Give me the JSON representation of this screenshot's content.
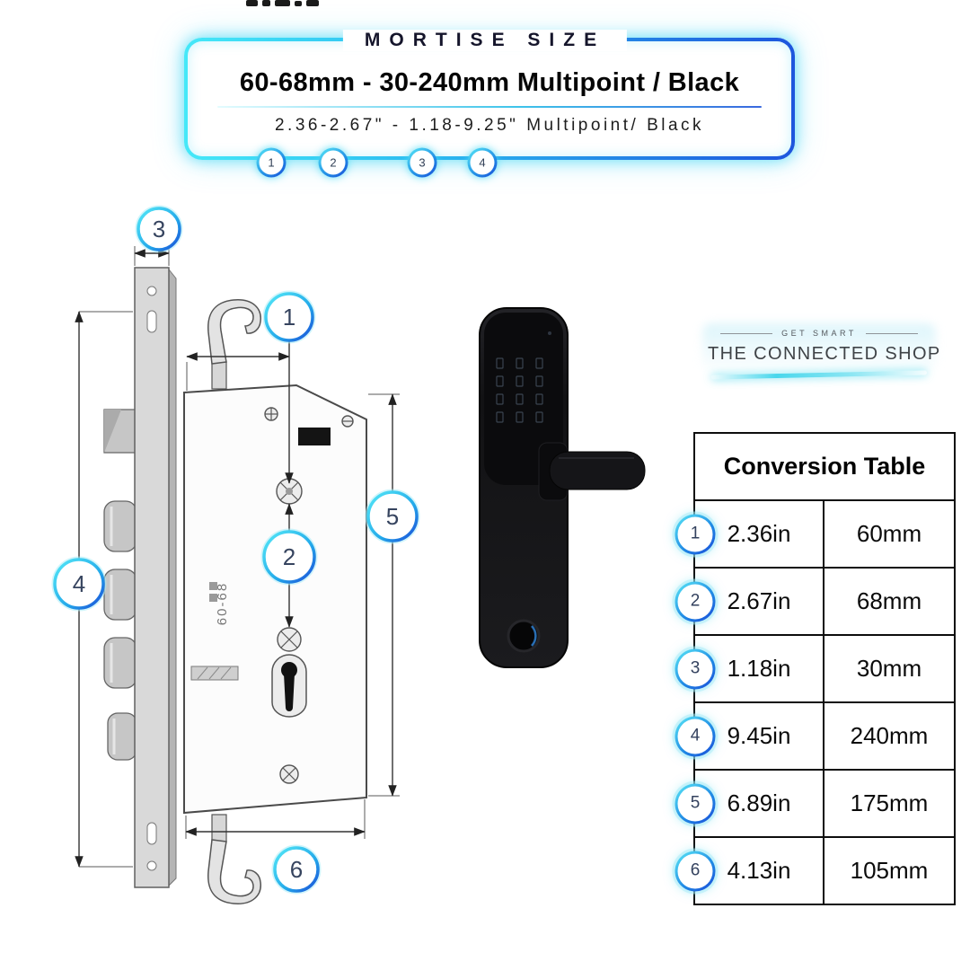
{
  "header": {
    "kicker": "MORTISE SIZE",
    "title": "60-68mm - 30-240mm Multipoint / Black",
    "subtitle": "2.36-2.67\" - 1.18-9.25\" Multipoint/ Black",
    "markers": [
      "1",
      "2",
      "3",
      "4"
    ]
  },
  "diagram": {
    "body_label": "60-68",
    "callouts": [
      "1",
      "2",
      "3",
      "4",
      "5",
      "6"
    ]
  },
  "brand": {
    "tagline": "GET SMART",
    "name": "THE CONNECTED SHOP"
  },
  "conversion_table": {
    "title": "Conversion Table",
    "rows": [
      {
        "num": "1",
        "inches": "2.36in",
        "mm": "60mm"
      },
      {
        "num": "2",
        "inches": "2.67in",
        "mm": "68mm"
      },
      {
        "num": "3",
        "inches": "1.18in",
        "mm": "30mm"
      },
      {
        "num": "4",
        "inches": "9.45in",
        "mm": "240mm"
      },
      {
        "num": "5",
        "inches": "6.89in",
        "mm": "175mm"
      },
      {
        "num": "6",
        "inches": "4.13in",
        "mm": "105mm"
      }
    ]
  },
  "colors": {
    "accent_cyan": "#3BE0F2",
    "accent_blue": "#1B46D9",
    "text_dark": "#101322"
  }
}
